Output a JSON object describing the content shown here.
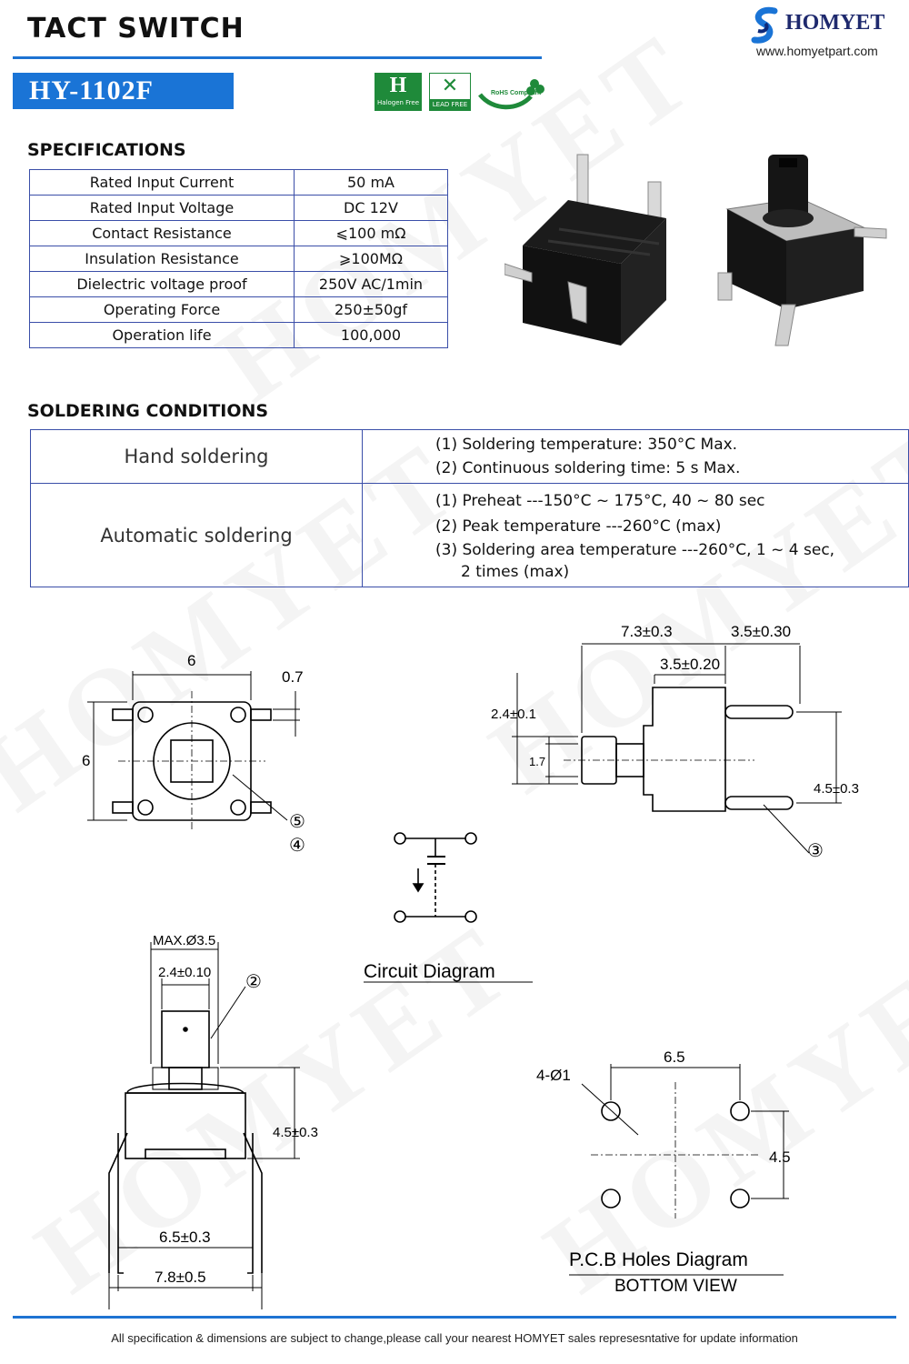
{
  "header": {
    "title": "TACT SWITCH",
    "part_number": "HY-1102F",
    "brand": "HOMYET",
    "website": "www.homyetpart.com"
  },
  "badges": [
    {
      "icon": "halogen-free-icon",
      "label": "Halogen Free"
    },
    {
      "icon": "lead-free-icon",
      "label": "LEAD FREE"
    },
    {
      "icon": "rohs-icon",
      "label": "RoHS Compliant"
    }
  ],
  "specifications": {
    "heading": "SPECIFICATIONS",
    "rows": [
      {
        "key": "Rated Input Current",
        "value": "50 mA"
      },
      {
        "key": "Rated Input Voltage",
        "value": "DC 12V"
      },
      {
        "key": "Contact Resistance",
        "value": "⩽100 mΩ"
      },
      {
        "key": "Insulation Resistance",
        "value": "⩾100MΩ"
      },
      {
        "key": "Dielectric voltage proof",
        "value": "250V AC/1min"
      },
      {
        "key": "Operating Force",
        "value": "250±50gf"
      },
      {
        "key": "Operation life",
        "value": "100,000"
      }
    ]
  },
  "soldering": {
    "heading": "SOLDERING  CONDITIONS",
    "hand": {
      "label": "Hand soldering",
      "lines": [
        "(1) Soldering temperature: 350°C Max.",
        "(2) Continuous soldering time: 5 s Max."
      ]
    },
    "auto": {
      "label": "Automatic soldering",
      "lines": [
        "(1) Preheat ---150°C ~ 175°C, 40 ~ 80 sec",
        "(2) Peak temperature ---260°C (max)",
        "(3) Soldering area temperature ---260°C, 1 ~ 4 sec,",
        "2 times (max)"
      ]
    }
  },
  "drawings": {
    "top_view": {
      "width": "6",
      "height": "6",
      "pin": "0.7",
      "callout_5": "⑤",
      "callout_4": "④"
    },
    "side_view": {
      "dim_a": "7.3±0.3",
      "dim_b": "3.5±0.30",
      "dim_c": "3.5±0.20",
      "dim_d": "2.4±0.1",
      "dim_e": "1.7",
      "dim_f": "4.5±0.3",
      "callout_3": "③"
    },
    "circuit": {
      "caption": "Circuit Diagram"
    },
    "front_view": {
      "dim_a": "MAX.Ø3.5",
      "dim_b": "2.4±0.10",
      "dim_c": "4.5±0.3",
      "dim_d": "6.5±0.3",
      "dim_e": "7.8±0.5",
      "callout_2": "②"
    },
    "pcb": {
      "dim_a": "6.5",
      "dim_b": "4.5",
      "holes": "4-Ø1",
      "caption": "P.C.B Holes Diagram",
      "sub": "BOTTOM VIEW"
    }
  },
  "footer": {
    "text": "All specification & dimensions are subject to change,please call your nearest HOMYET sales represesntative for update information"
  },
  "colors": {
    "accent": "#1a74d6",
    "table_border": "#3a4ea8"
  }
}
